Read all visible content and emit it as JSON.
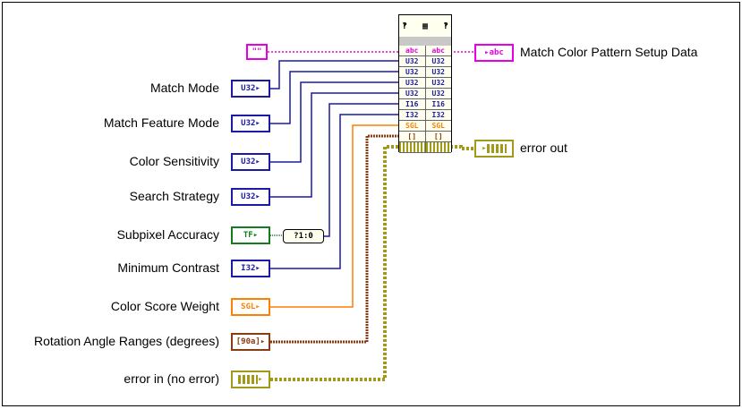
{
  "colors": {
    "u32": "#1a1aa6",
    "bool": "#127d1f",
    "sgl": "#ff7f00",
    "cluster": "#8a3b12",
    "error": "#a29918",
    "string": "#e600e6",
    "node_bg": "#fffff0"
  },
  "inputs": [
    {
      "label": "Match Mode",
      "type_text": "U32",
      "kind": "u32"
    },
    {
      "label": "Match Feature Mode",
      "type_text": "U32",
      "kind": "u32"
    },
    {
      "label": "Color Sensitivity",
      "type_text": "U32",
      "kind": "u32"
    },
    {
      "label": "Search Strategy",
      "type_text": "U32",
      "kind": "u32"
    },
    {
      "label": "Subpixel Accuracy",
      "type_text": "TF",
      "kind": "bool"
    },
    {
      "label": "Minimum Contrast",
      "type_text": "I32",
      "kind": "u32"
    },
    {
      "label": "Color Score Weight",
      "type_text": "SGL",
      "kind": "sgl"
    },
    {
      "label": "Rotation Angle Ranges (degrees)",
      "type_text": "[90a]",
      "kind": "cluster"
    },
    {
      "label": "error in (no error)",
      "type_text": "",
      "kind": "error"
    }
  ],
  "bool_to_num": "?1:0",
  "string_const": "\"\"",
  "outputs": [
    {
      "label": "Match Color Pattern Setup Data",
      "type_text": "abc"
    },
    {
      "label": "error out",
      "type_text": ""
    }
  ],
  "node_rows": [
    "abc",
    "U32",
    "U32",
    "U32",
    "U32",
    "I16",
    "I32",
    "SGL",
    "[]",
    "err"
  ]
}
